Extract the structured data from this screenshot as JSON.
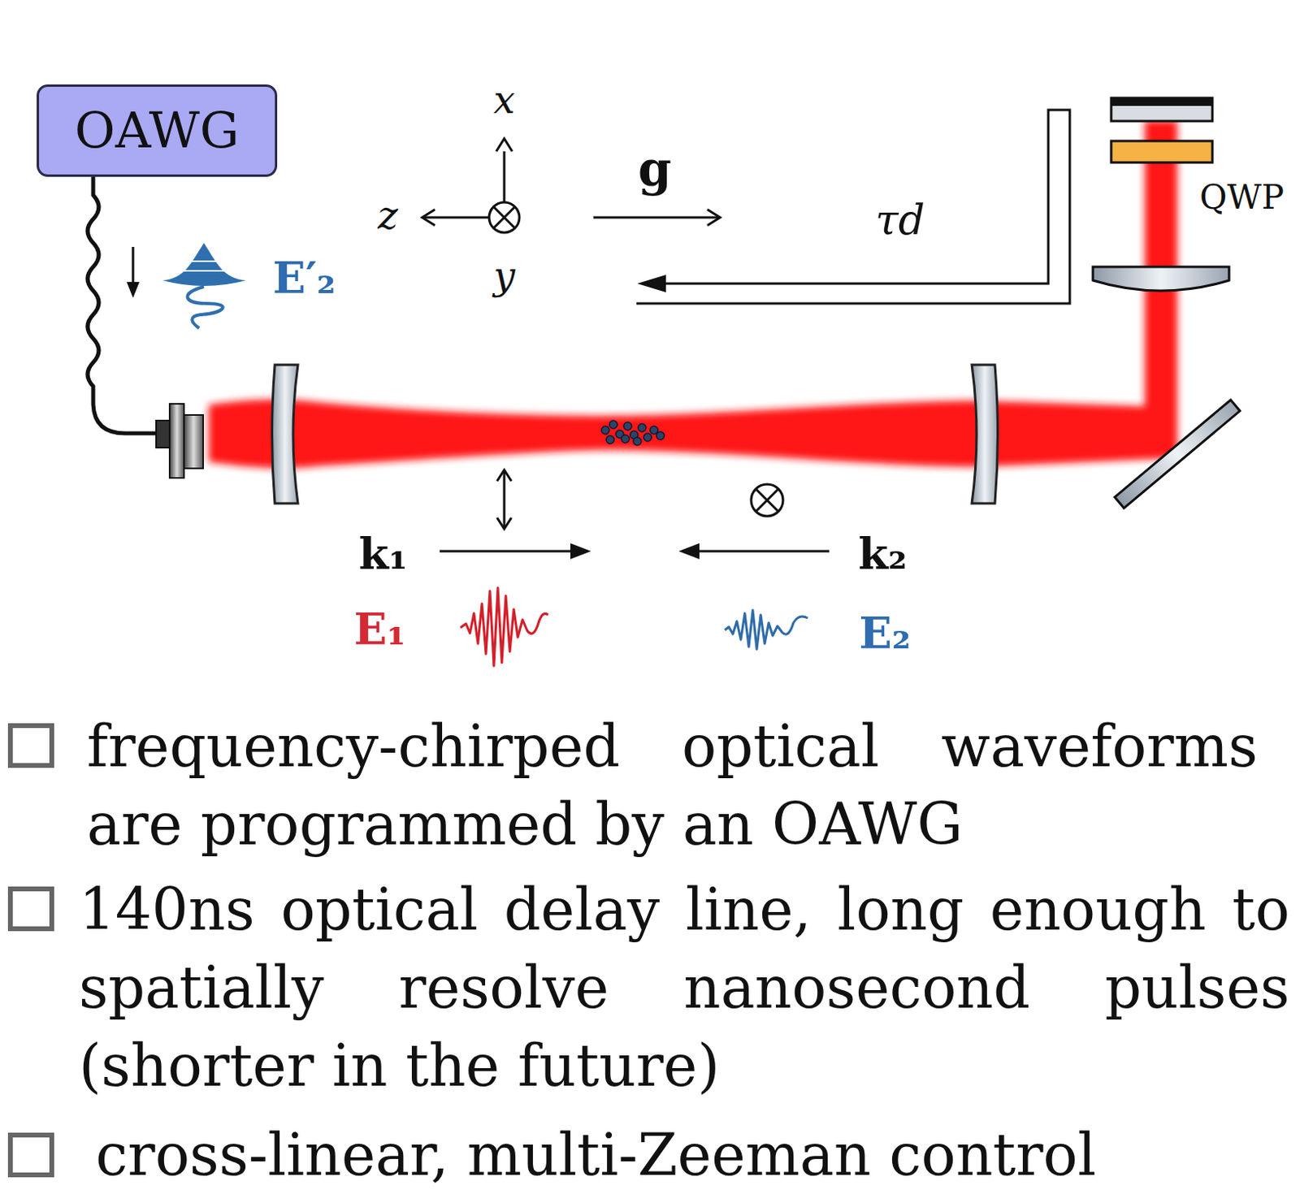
{
  "diagram": {
    "nodes": [
      {
        "text": [
          "OAWG"
        ]
      }
    ],
    "labels": [
      "x",
      "g",
      "z",
      "y",
      "τd",
      "QWP",
      "E′₂",
      "k₁",
      "k₂",
      "E₁",
      "E₂",
      "frequency-chirped optical waveforms are programmed by an OAWG",
      "140ns optical delay line, long enough to spatially resolve nanosecond pulses (shorter in the future)",
      "cross-linear, multi-Zeeman control"
    ]
  }
}
